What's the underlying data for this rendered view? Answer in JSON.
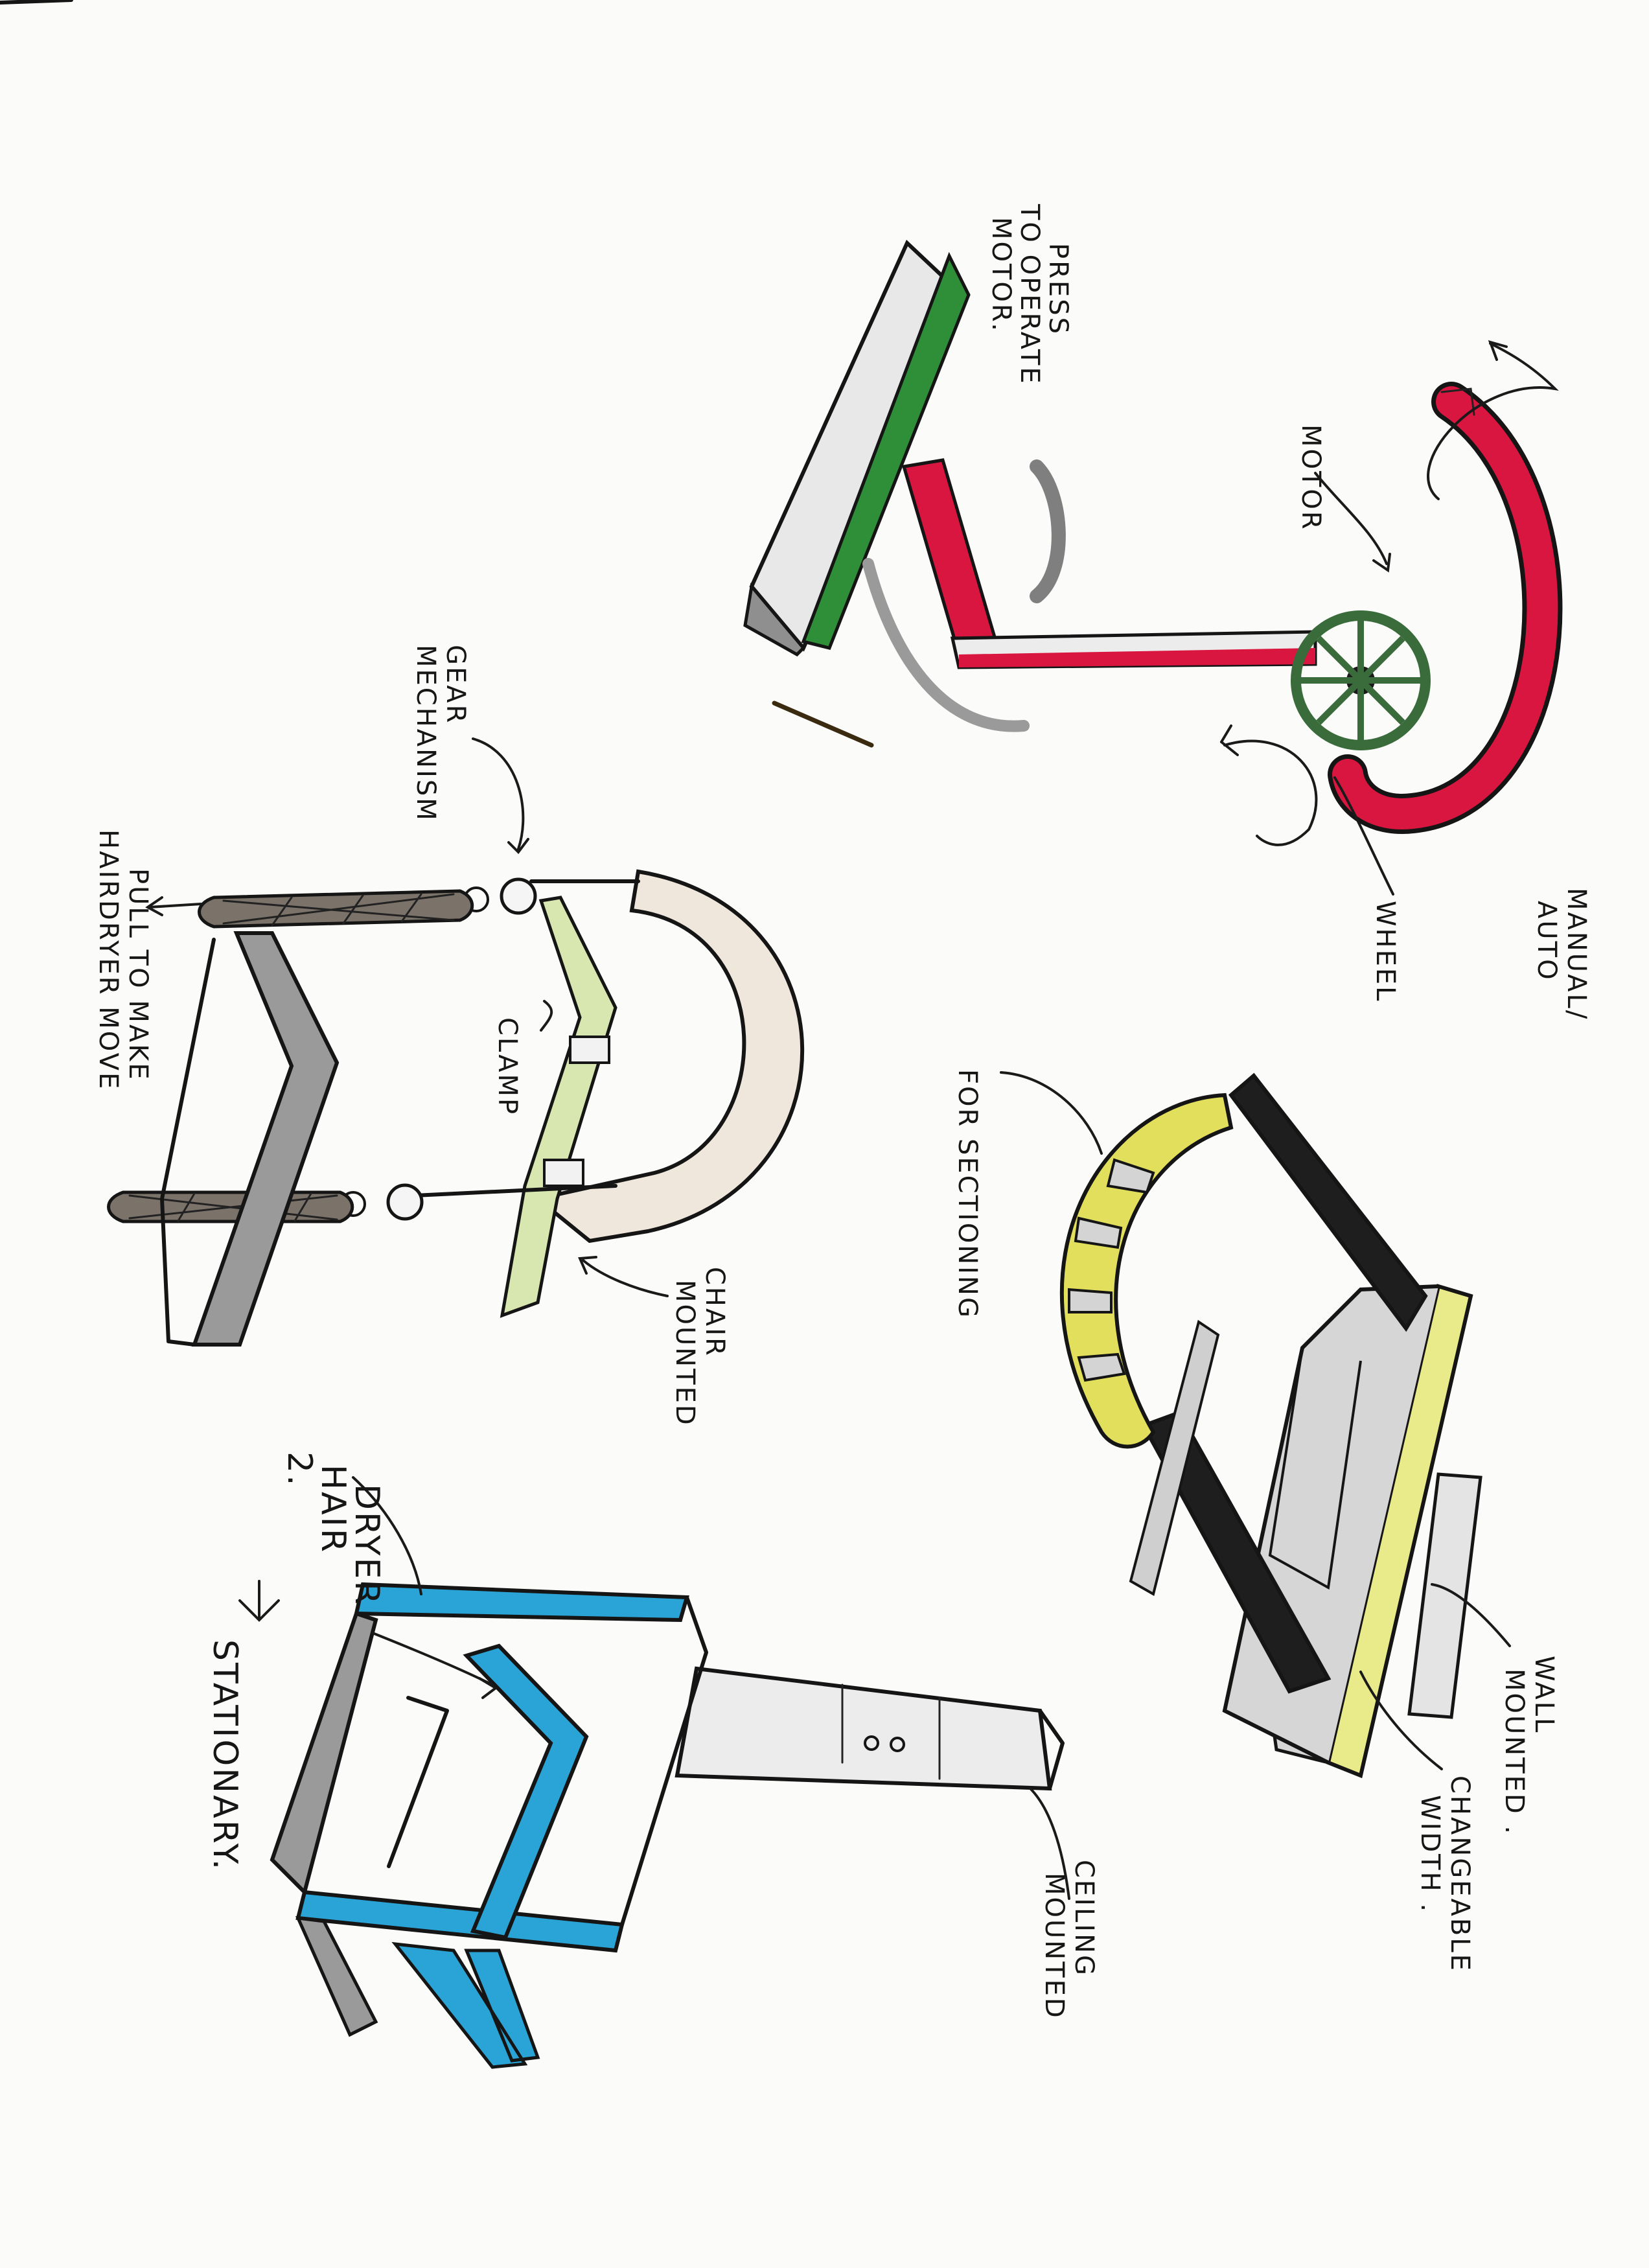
{
  "colors": {
    "red": "#d8163f",
    "green": "#2f8f38",
    "wheel": "#3a6b3b",
    "blue": "#2aa4d6",
    "yellow": "#e9ea8a",
    "yellow_band": "#e2df5c",
    "black": "#1e1e1e",
    "grey": "#9a9a9a",
    "light_grey": "#d6d6d6",
    "cream": "#efe7dc",
    "pale_green": "#d8e6b0",
    "grip": "#7b736a"
  },
  "labels": {
    "press_to_operate": [
      "PRESS",
      "TO OPERATE",
      "MOTOR."
    ],
    "motor": "MOTOR",
    "wheel": "WHEEL",
    "manual_auto": [
      "MANUAL/",
      "AUTO"
    ],
    "gear_mechanism": [
      "GEAR",
      "MECHANISM"
    ],
    "pull_to_make": [
      "PULL TO MAKE",
      "HAIRDRYER MOVE"
    ],
    "clamp": "CLAMP",
    "chair_mounted": [
      "CHAIR",
      "MOUNTED"
    ],
    "for_sectioning": "FOR SECTIONING",
    "wall_mounted": [
      "WALL",
      "MOUNTED ."
    ],
    "changeable_width": [
      "CHANGEABLE",
      "WIDTH ."
    ],
    "hair_dryer": [
      "2.",
      "HAIR",
      "DRYER"
    ],
    "stationary": "STATIONARY.",
    "ceiling_mounted": [
      "CEILING",
      "MOUNTED"
    ]
  }
}
